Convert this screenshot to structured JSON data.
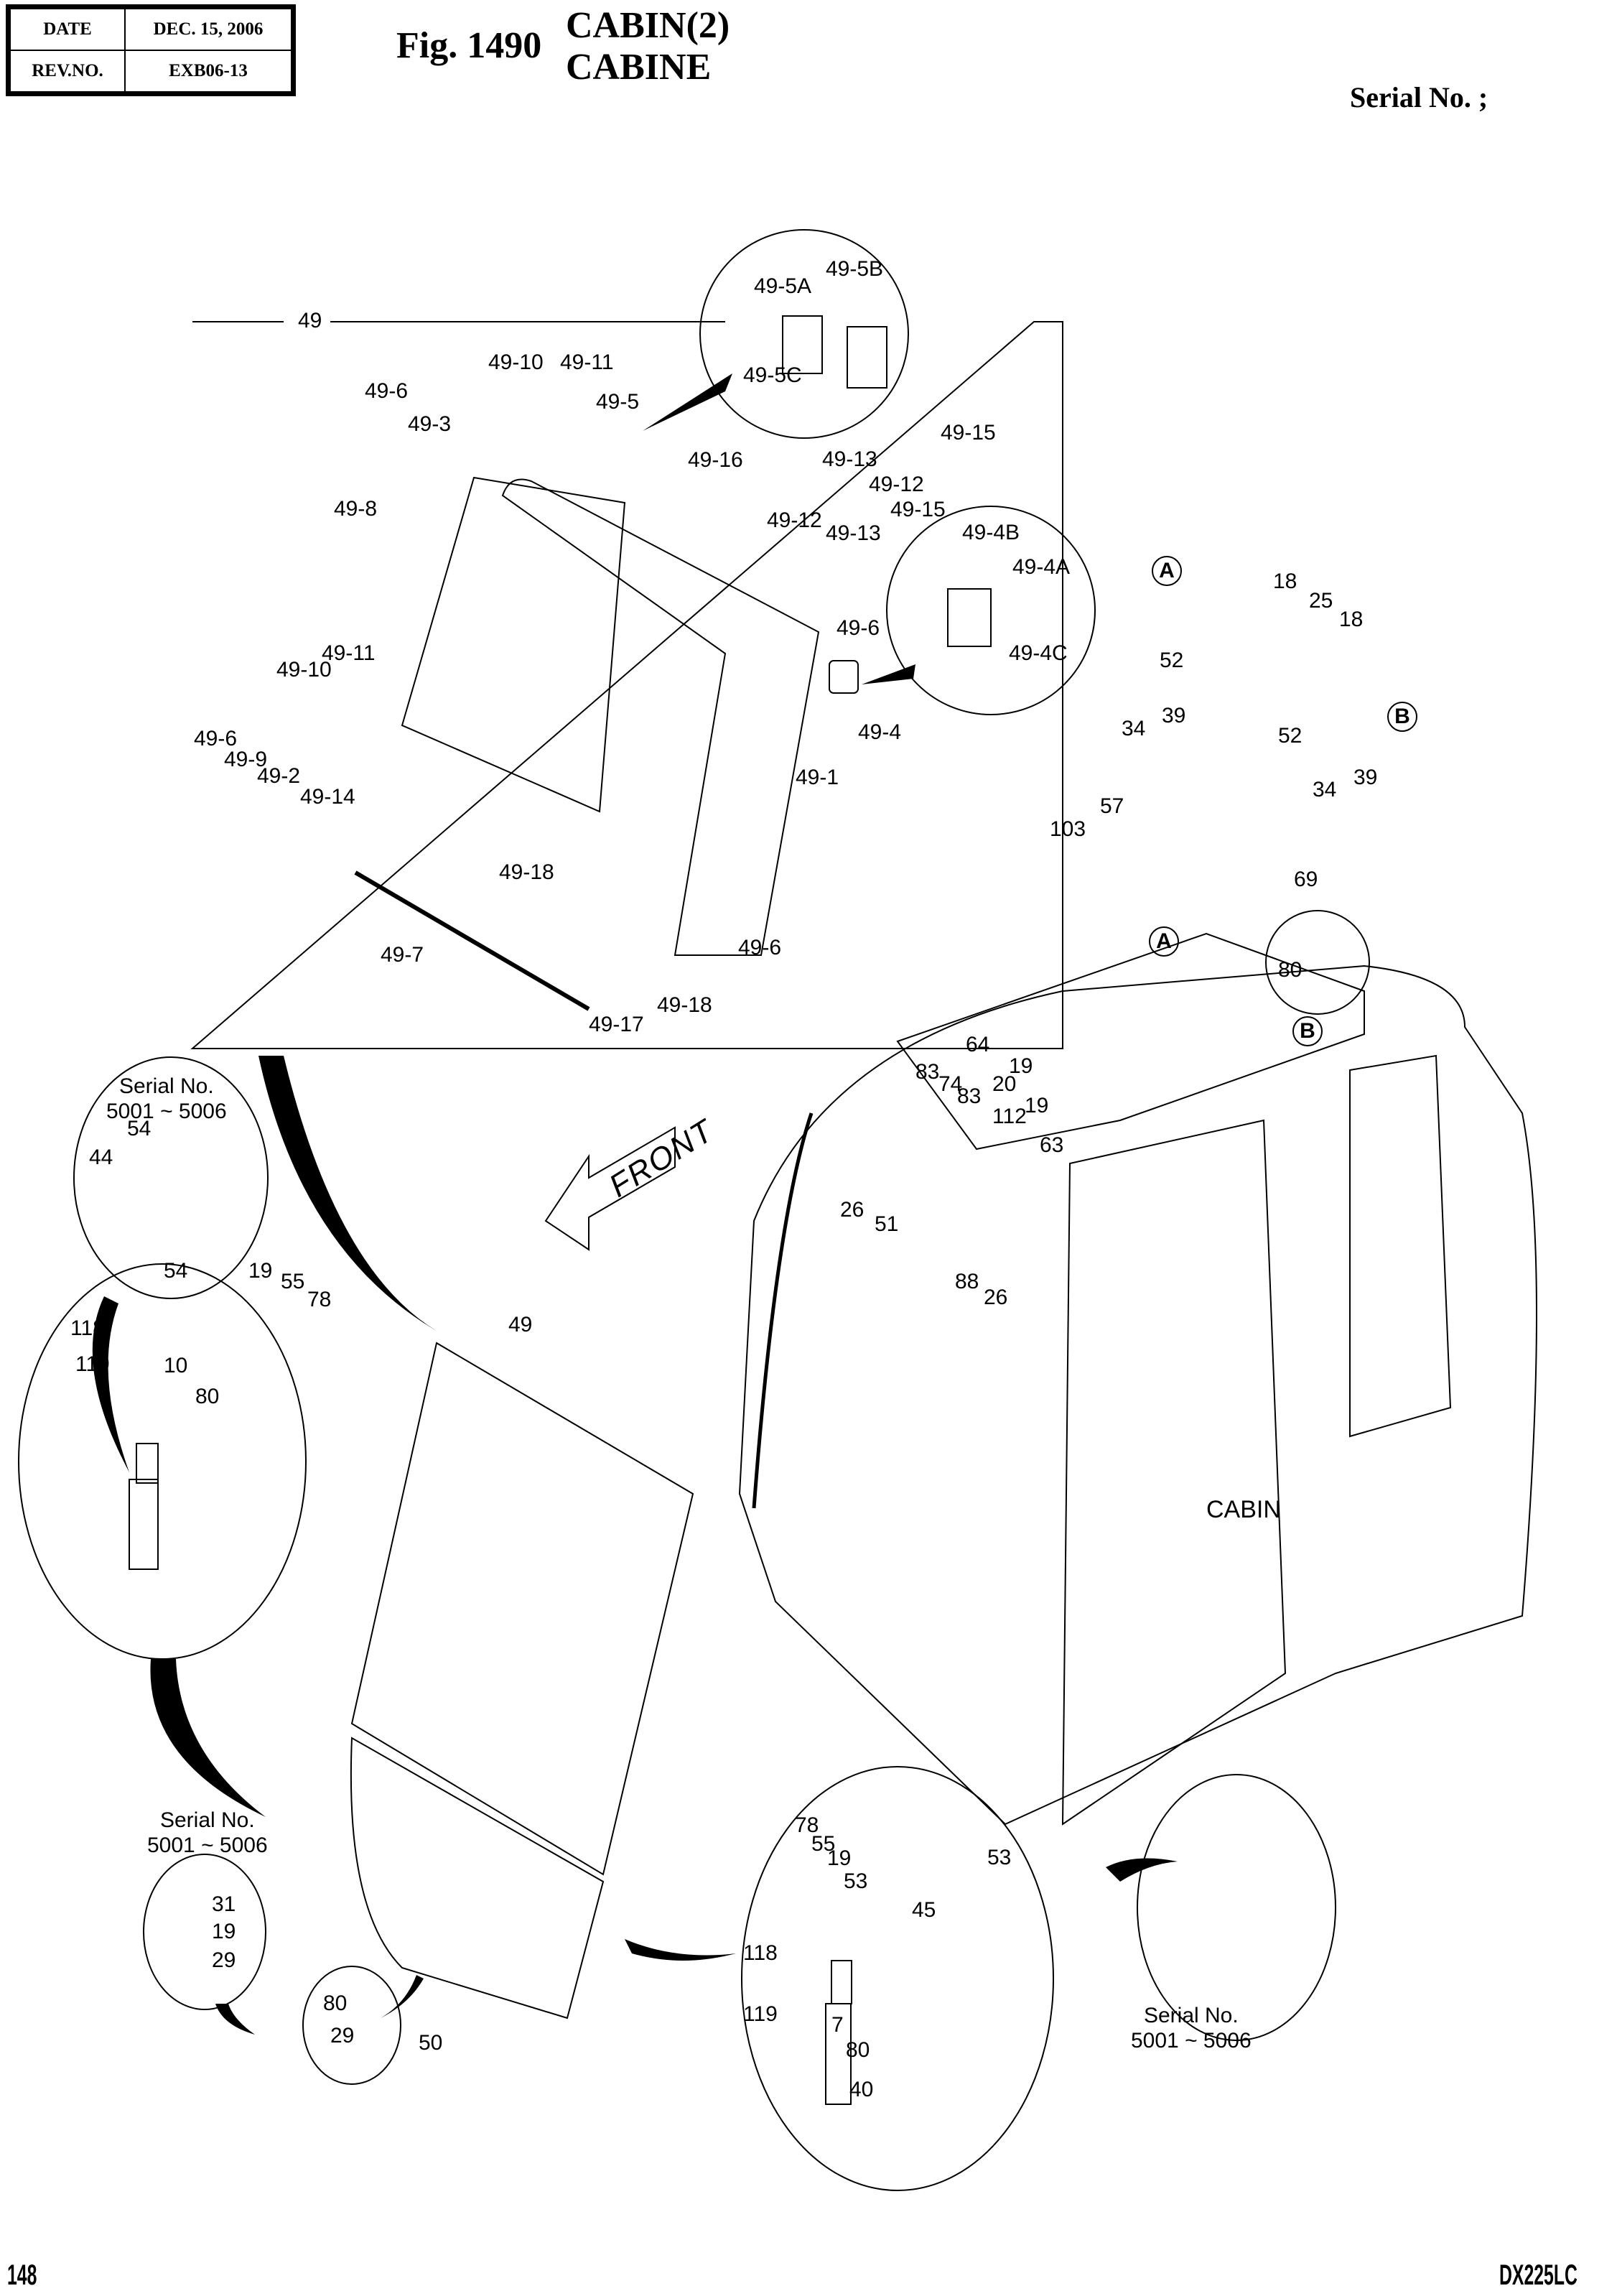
{
  "header": {
    "date_label": "DATE",
    "date_value": "DEC. 15, 2006",
    "rev_label": "REV.NO.",
    "rev_value": "EXB06-13",
    "figure_number": "Fig. 1490",
    "title_en": "CABIN(2)",
    "title_fr": "CABINE",
    "serial_label": "Serial No. ;"
  },
  "footer": {
    "page_number": "148",
    "model": "DX225LC"
  },
  "direction_marker": "FRONT",
  "cabin_label": "CABIN",
  "reference_markers": [
    "A",
    "B"
  ],
  "serial_note": {
    "line1": "Serial No.",
    "line2": "5001 ~ 5006"
  },
  "part_labels": {
    "p49_box": "49",
    "p49_5A": "49-5A",
    "p49_5B": "49-5B",
    "p49_5C": "49-5C",
    "p49_15a": "49-15",
    "p49_13a": "49-13",
    "p49_12a": "49-12",
    "p49_6a": "49-6",
    "p49_10a": "49-10",
    "p49_11a": "49-11",
    "p49_3": "49-3",
    "p49_5": "49-5",
    "p49_16": "49-16",
    "p49_8": "49-8",
    "p49_12b": "49-12",
    "p49_13b": "49-13",
    "p49_15b": "49-15",
    "p49_4B": "49-4B",
    "p49_4A": "49-4A",
    "p49_4C": "49-4C",
    "p49_6b": "49-6",
    "p49_4": "49-4",
    "p49_1": "49-1",
    "p49_11b": "49-11",
    "p49_10b": "49-10",
    "p49_6c": "49-6",
    "p49_9": "49-9",
    "p49_2": "49-2",
    "p49_14": "49-14",
    "p49_18a": "49-18",
    "p49_7": "49-7",
    "p49_17": "49-17",
    "p49_18b": "49-18",
    "p49_6d": "49-6",
    "p18a": "18",
    "p25": "25",
    "p18b": "18",
    "p52a": "52",
    "p52b": "52",
    "p34a": "34",
    "p39a": "39",
    "p34b": "34",
    "p39b": "39",
    "p103": "103",
    "p57": "57",
    "p69": "69",
    "p80a": "80",
    "p64": "64",
    "p19a": "19",
    "p83a": "83",
    "p74": "74",
    "p83b": "83",
    "p20": "20",
    "p19b": "19",
    "p112": "112",
    "p63": "63",
    "p26a": "26",
    "p51": "51",
    "p88": "88",
    "p26b": "26",
    "p49_door": "49",
    "p54a": "54",
    "p44": "44",
    "p54b": "54",
    "p19c": "19",
    "p55a": "55",
    "p78a": "78",
    "p118a": "118",
    "p119a": "119",
    "p10": "10",
    "p80b": "80",
    "p31": "31",
    "p19d": "19",
    "p29a": "29",
    "p80c": "80",
    "p29b": "29",
    "p50": "50",
    "p78b": "78",
    "p55b": "55",
    "p19e": "19",
    "p53a": "53",
    "p118b": "118",
    "p119b": "119",
    "p7": "7",
    "p80d": "80",
    "p40": "40",
    "p53b": "53",
    "p45": "45"
  }
}
